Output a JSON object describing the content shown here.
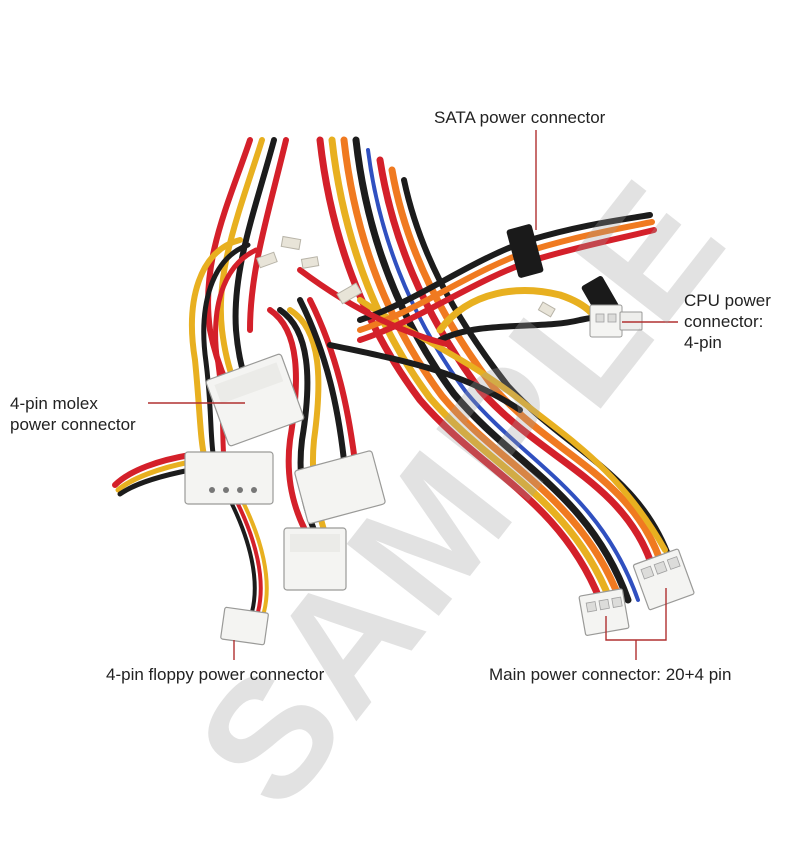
{
  "labels": {
    "sata": {
      "text": "SATA power connector"
    },
    "cpu": {
      "lines": [
        "CPU power",
        "connector:",
        "4-pin"
      ]
    },
    "molex": {
      "lines": [
        "4-pin molex",
        "power connector"
      ]
    },
    "floppy": {
      "text": "4-pin floppy power connector"
    },
    "main": {
      "text": "Main power connector: 20+4 pin"
    }
  },
  "watermark": "SAMPLE",
  "colors": {
    "leader": "#b03030",
    "wire_red": "#d4202a",
    "wire_yellow": "#e8b020",
    "wire_black": "#1c1c1c",
    "wire_orange": "#f07a20",
    "wire_blue": "#3050c0",
    "connector_white": "#f4f4f2"
  }
}
